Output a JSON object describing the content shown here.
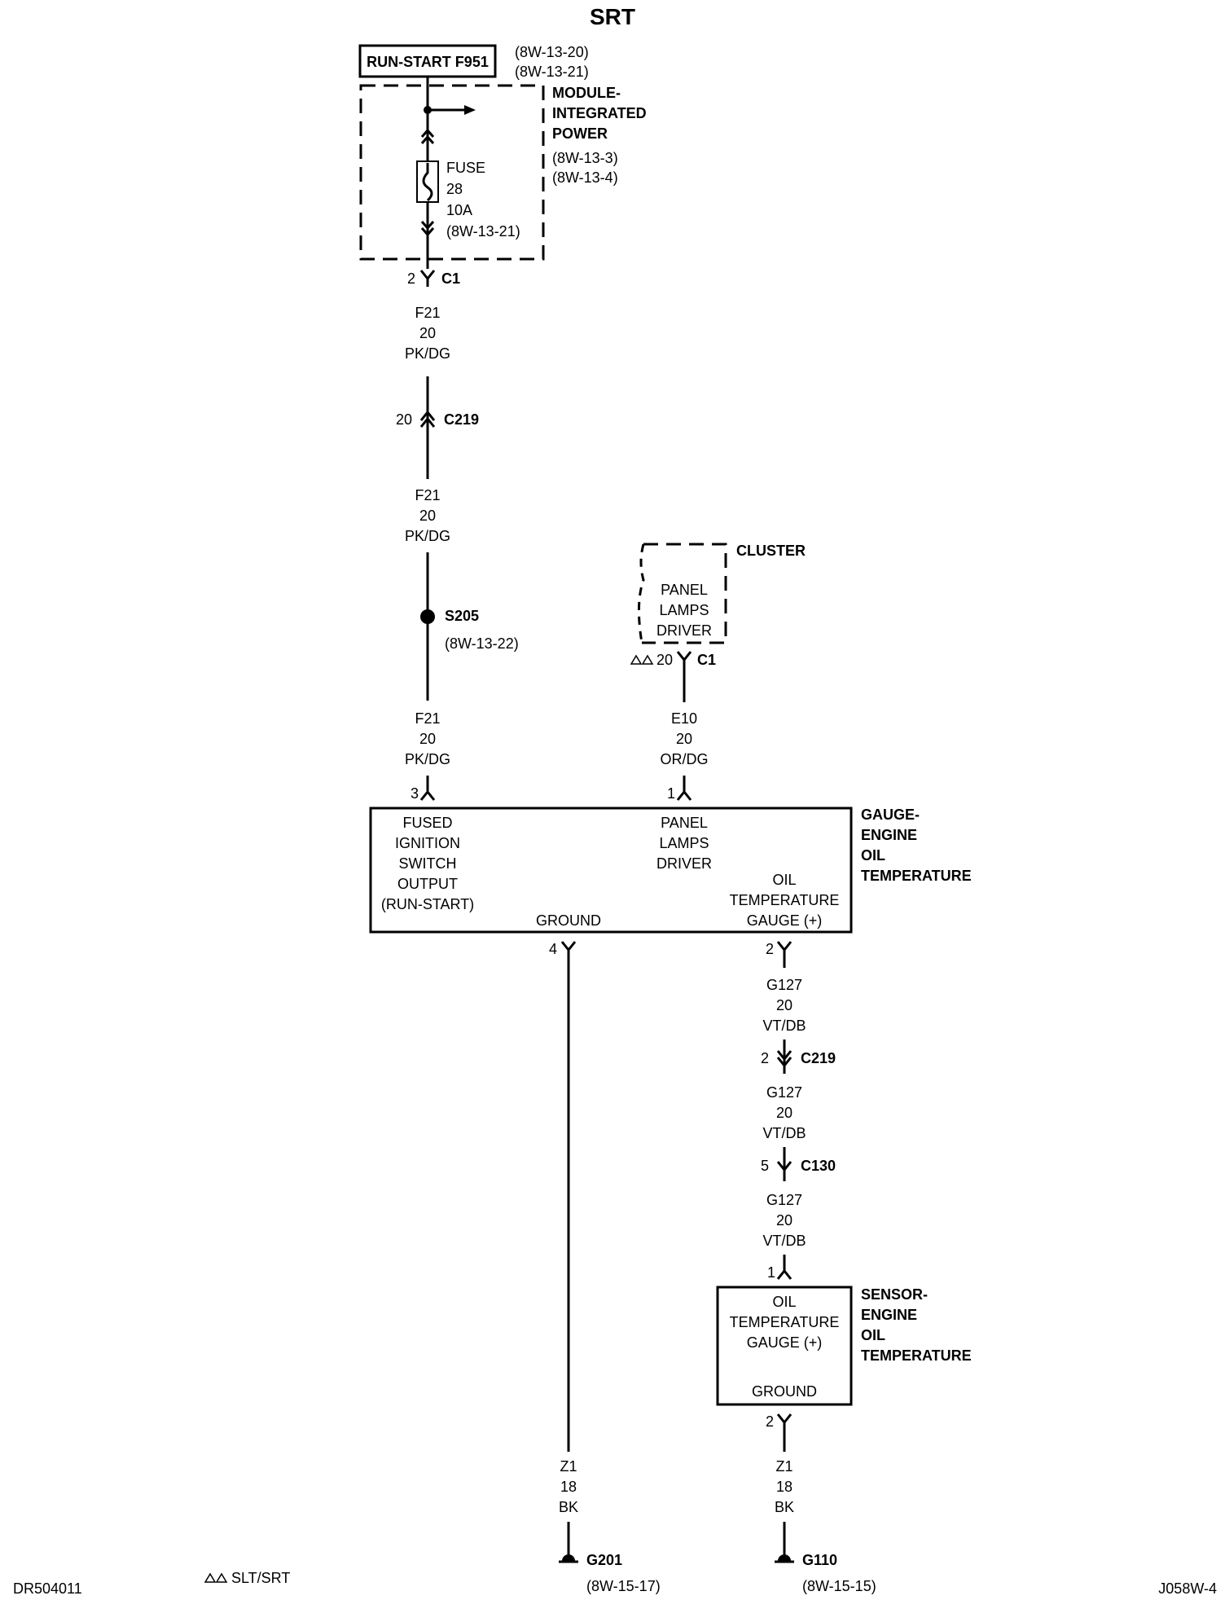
{
  "title": "SRT",
  "footer": {
    "left_id": "DR504011",
    "right_id": "J058W-4",
    "legend_note": "SLT/SRT"
  },
  "power_source": {
    "label": "RUN-START F951",
    "refs": [
      "(8W-13-20)",
      "(8W-13-21)"
    ]
  },
  "mip": {
    "name_lines": [
      "MODULE-",
      "INTEGRATED",
      "POWER"
    ],
    "refs": [
      "(8W-13-3)",
      "(8W-13-4)"
    ],
    "fuse": [
      "FUSE",
      "28",
      "10A",
      "(8W-13-21)"
    ]
  },
  "connectors": {
    "mip_out": {
      "pin": "2",
      "name": "C1"
    },
    "c219_top": {
      "pin": "20",
      "name": "C219"
    },
    "cluster_out": {
      "pin": "20",
      "name": "C1"
    },
    "gauge_pin3": {
      "pin": "3"
    },
    "gauge_pin1": {
      "pin": "1"
    },
    "gauge_pin4": {
      "pin": "4"
    },
    "gauge_pin2": {
      "pin": "2"
    },
    "c219_right": {
      "pin": "2",
      "name": "C219"
    },
    "c130": {
      "pin": "5",
      "name": "C130"
    },
    "sensor_pin1": {
      "pin": "1"
    },
    "sensor_pin2": {
      "pin": "2"
    }
  },
  "wires": {
    "f21_a": [
      "F21",
      "20",
      "PK/DG"
    ],
    "f21_b": [
      "F21",
      "20",
      "PK/DG"
    ],
    "f21_c": [
      "F21",
      "20",
      "PK/DG"
    ],
    "e10": [
      "E10",
      "20",
      "OR/DG"
    ],
    "g127_a": [
      "G127",
      "20",
      "VT/DB"
    ],
    "g127_b": [
      "G127",
      "20",
      "VT/DB"
    ],
    "g127_c": [
      "G127",
      "20",
      "VT/DB"
    ],
    "z1_left": [
      "Z1",
      "18",
      "BK"
    ],
    "z1_right": [
      "Z1",
      "18",
      "BK"
    ]
  },
  "splice": {
    "name": "S205",
    "ref": "(8W-13-22)"
  },
  "cluster": {
    "name": "CLUSTER",
    "driver_lines": [
      "PANEL",
      "LAMPS",
      "DRIVER"
    ]
  },
  "gauge": {
    "name_lines": [
      "GAUGE-",
      "ENGINE",
      "OIL",
      "TEMPERATURE"
    ],
    "fused_lines": [
      "FUSED",
      "IGNITION",
      "SWITCH",
      "OUTPUT",
      "(RUN-START)"
    ],
    "panel_lines": [
      "PANEL",
      "LAMPS",
      "DRIVER"
    ],
    "oil_lines": [
      "OIL",
      "TEMPERATURE",
      "GAUGE (+)"
    ],
    "ground": "GROUND"
  },
  "sensor": {
    "name_lines": [
      "SENSOR-",
      "ENGINE",
      "OIL",
      "TEMPERATURE"
    ],
    "oil_lines": [
      "OIL",
      "TEMPERATURE",
      "GAUGE (+)"
    ],
    "ground": "GROUND"
  },
  "grounds": {
    "left": {
      "name": "G201",
      "ref": "(8W-15-17)"
    },
    "right": {
      "name": "G110",
      "ref": "(8W-15-15)"
    }
  }
}
